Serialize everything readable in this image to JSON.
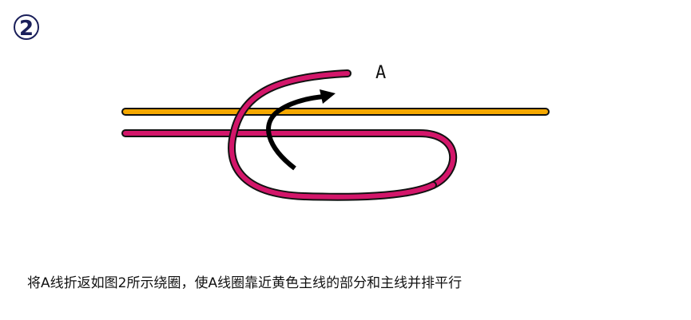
{
  "step_number": "2",
  "label_a": "A",
  "caption": "将A线折返如图2所示绕圈，使A线圈靠近黄色主线的部分和主线并排平行",
  "colors": {
    "main_line": "#f5a800",
    "a_line": "#d3166a",
    "outline": "#111111",
    "arrow": "#000000",
    "step_badge": "#1a1f5a"
  }
}
